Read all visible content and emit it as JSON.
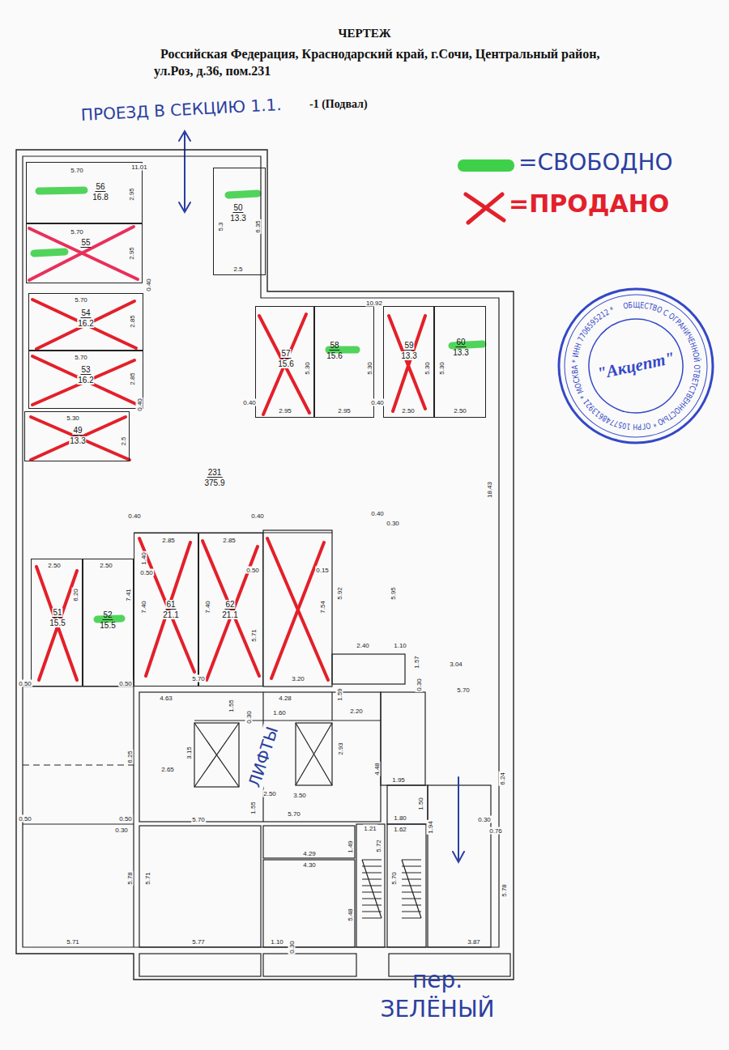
{
  "diagram": {
    "title": "ЧЕРТЕЖ",
    "nodes": [
      {
        "text": [
          "231",
          "375.9"
        ]
      },
      {
        "text": [
          "56",
          "16.8"
        ],
        "in": 0
      },
      {
        "text": [
          "55"
        ],
        "in": 0
      },
      {
        "text": [
          "54",
          "16.2"
        ],
        "in": 0
      },
      {
        "text": [
          "53",
          "16.2"
        ],
        "in": 0
      },
      {
        "text": [
          "49",
          "13.3"
        ],
        "in": 0
      },
      {
        "text": [
          "50",
          "13.3"
        ],
        "in": 0
      },
      {
        "text": [
          "57",
          "15.6"
        ],
        "in": 0
      },
      {
        "text": [
          "58",
          "15.6"
        ],
        "in": 0
      },
      {
        "text": [
          "59",
          "13.3"
        ],
        "in": 0
      },
      {
        "text": [
          "60",
          "13.3"
        ],
        "in": 0
      },
      {
        "text": [
          "51",
          "15.5"
        ],
        "in": 0
      },
      {
        "text": [
          "52",
          "15.5"
        ],
        "in": 0
      },
      {
        "text": [
          "61",
          "21.1"
        ],
        "in": 0
      },
      {
        "text": [
          "62",
          "21.1"
        ],
        "in": 0
      },
      {
        "text": [
          "\"Акцепт\"",
          "ОБЩЕСТВО С ОГРАНИЧЕННОЙ ОТВЕТСТВЕННОСТЬЮ * ОГРН 1057748613921 * МОСКВА * ИНН 7706595212 *"
        ]
      }
    ],
    "labels": [
      "Российская Федерация, Краснодарский край, г.Сочи, Центральный район, ул.Роз, д.36, пом.231",
      "-1 (Подвал)",
      "ПРОЕЗД В СЕКЦИЮ 1.1.",
      "ЛИФТЫ",
      "пер. ЗЕЛЁНЫЙ",
      "5.70",
      "11.01",
      "2.95",
      "5.70",
      "2.95",
      "0.40",
      "5.70",
      "2.85",
      "5.70",
      "2.85",
      "0.40",
      "5.30",
      "2.5",
      "5.3",
      "6.35",
      "2.5",
      "10.92",
      "5.30",
      "5.30",
      "5.30",
      "5.30",
      "2.95",
      "2.95",
      "2.50",
      "2.50",
      "0.40",
      "0.40",
      "18.43",
      "0.40",
      "0.40",
      "0.40",
      "0.30",
      "2.50",
      "2.50",
      "6.20",
      "7.41",
      "2.85",
      "2.85",
      "1.40",
      "0.50",
      "7.40",
      "7.40",
      "0.50",
      "5.71",
      "5.70",
      "0.15",
      "7.54",
      "3.20",
      "5.92",
      "5.95",
      "2.40",
      "1.10",
      "1.57",
      "0.30",
      "3.04",
      "5.70",
      "0.50",
      "0.50",
      "6.25",
      "4.63",
      "4.28",
      "1.59",
      "1.55",
      "0.30",
      "1.60",
      "2.20",
      "3.15",
      "2.65",
      "2.50",
      "2.93",
      "3.50",
      "4.48",
      "6.24",
      "1.95",
      "1.50",
      "1.94",
      "1.80",
      "1.62",
      "5.70",
      "1.55",
      "5.70",
      "0.50",
      "0.50",
      "0.30",
      "0.30",
      "0.76",
      "1.21",
      "1.49",
      "5.72",
      "4.29",
      "4.30",
      "5.70",
      "5.78",
      "5.71",
      "5.48",
      "5.78",
      "5.71",
      "5.77",
      "1.10",
      "0.30",
      "3.87"
    ],
    "legend": [
      {
        "text": "=СВОБОДНО",
        "color": "#3fd04a"
      },
      {
        "text": "=ПРОДАНО"
      }
    ]
  }
}
